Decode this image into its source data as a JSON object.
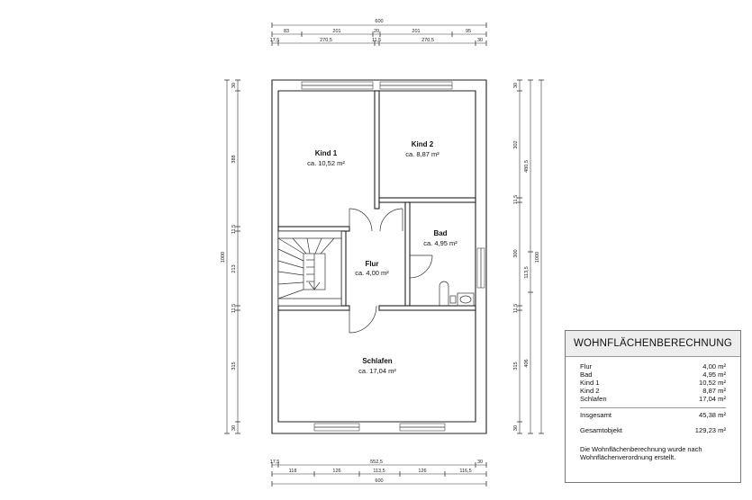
{
  "dimensions": {
    "top_total": "600",
    "top_row1": [
      "83",
      "201",
      "20",
      "201",
      "95"
    ],
    "top_row2": [
      "17,5",
      "270,5",
      "11,5",
      "270,5",
      "30"
    ],
    "bottom_row1": [
      "17,5",
      "552,5",
      "30"
    ],
    "bottom_row2": [
      "118",
      "126",
      "113,5",
      "126",
      "116,5"
    ],
    "bottom_total": "600",
    "left_total": "1000",
    "left_chain": [
      "30",
      "388",
      "11,5",
      "213",
      "11,5",
      "315",
      "30"
    ],
    "right_chain_inner": [
      "30",
      "302",
      "11,5",
      "300",
      "11,5",
      "315",
      "30"
    ],
    "right_chain_outer": [
      "480,5",
      "113,5",
      "406"
    ],
    "right_total": "1000"
  },
  "rooms": [
    {
      "name": "Kind 1",
      "area": "ca. 10,52 m²"
    },
    {
      "name": "Kind 2",
      "area": "ca. 8,87 m²"
    },
    {
      "name": "Bad",
      "area": "ca. 4,95 m²"
    },
    {
      "name": "Flur",
      "area": "ca. 4,00 m²"
    },
    {
      "name": "Schlafen",
      "area": "ca. 17,04 m²"
    }
  ],
  "calc": {
    "title": "WOHNFLÄCHENBERECHNUNG",
    "rows": [
      {
        "label": "Flur",
        "value": "4,00 m²"
      },
      {
        "label": "Bad",
        "value": "4,95 m²"
      },
      {
        "label": "Kind 1",
        "value": "10,52 m²"
      },
      {
        "label": "Kind 2",
        "value": "8,87 m²"
      },
      {
        "label": "Schlafen",
        "value": "17,04 m²"
      }
    ],
    "total": {
      "label": "Insgesamt",
      "value": "45,38 m²"
    },
    "object": {
      "label": "Gesamtobjekt",
      "value": "129,23 m²"
    },
    "note_line1": "Die Wohnflächenberechnung wurde nach",
    "note_line2": "Wohnflächenverordnung erstellt."
  }
}
